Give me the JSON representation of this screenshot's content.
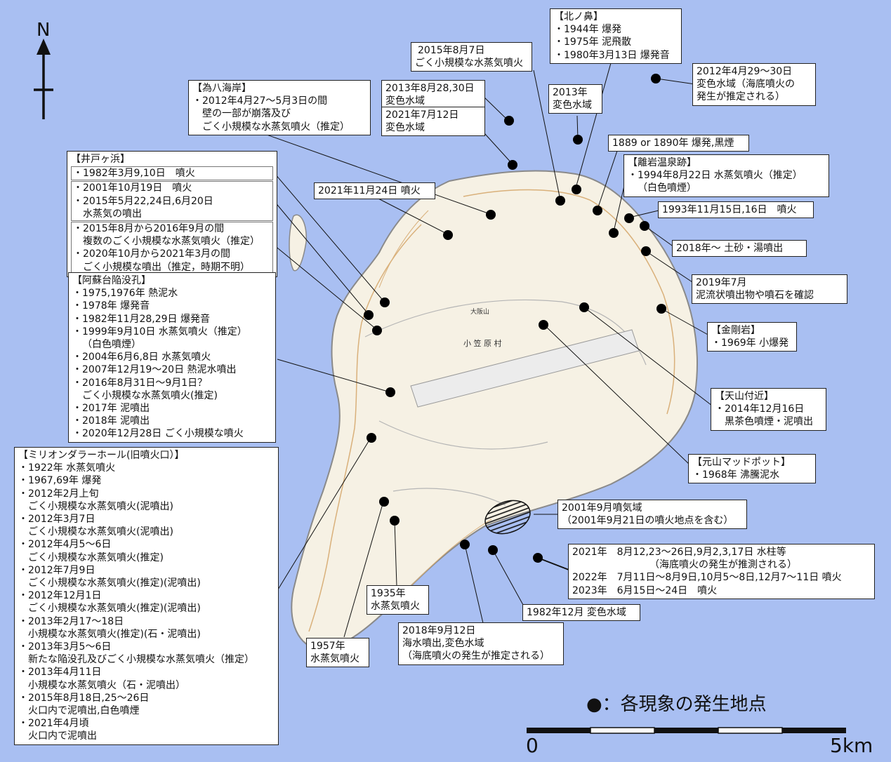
{
  "north": "N",
  "legend": "●：各現象の発生地点",
  "scale": {
    "start": "0",
    "end": "5km"
  },
  "colors": {
    "sea": "#a9bff2",
    "land": "#f6f1e4",
    "contour": "#d9b07a",
    "marker": "#000000"
  },
  "annotations": {
    "kitanohana": {
      "title": "【北ノ鼻】",
      "lines": [
        "・1944年 爆発",
        "・1975年 泥飛散",
        "・1980年3月13日 爆発音"
      ]
    },
    "aug2015": {
      "lines": [
        "2015年8月7日",
        "ごく小規模な水蒸気噴火"
      ]
    },
    "apr2012_sea": {
      "lines": [
        "2012年4月29～30日",
        "変色水域（海底噴火の",
        "発生が推定される）"
      ]
    },
    "tamehachi": {
      "title": "【為八海岸】",
      "lines": [
        "・2012年4月27～5月3日の間",
        "壁の一部が崩落及び",
        "ごく小規模な水蒸気噴火（推定）"
      ]
    },
    "aug2013": {
      "lines": [
        "2013年8月28,30日",
        "変色水域"
      ]
    },
    "jul2021": {
      "lines": [
        "2021年7月12日",
        "変色水域"
      ]
    },
    "y2013": {
      "lines": [
        "2013年",
        "変色水域"
      ]
    },
    "y1889": {
      "lines": [
        "1889 or 1890年 爆発,黒煙"
      ]
    },
    "riganonsen": {
      "title": "【離岩温泉跡】",
      "lines": [
        "・1994年8月22日 水蒸気噴火（推定）",
        "（白色噴煙）"
      ]
    },
    "nov1993": {
      "lines": [
        "1993年11月15日,16日　噴火"
      ]
    },
    "y2018": {
      "lines": [
        "2018年～ 土砂・湯噴出"
      ]
    },
    "jul2019": {
      "lines": [
        "2019年7月",
        "泥流状噴出物や噴石を確認"
      ]
    },
    "kongoiwa": {
      "title": "【金剛岩】",
      "lines": [
        "・1969年 小爆発"
      ]
    },
    "tenzan": {
      "title": "【天山付近】",
      "lines": [
        "・2014年12月16日",
        "黒茶色噴煙・泥噴出"
      ]
    },
    "motoyama": {
      "title": "【元山マッドポット】",
      "lines": [
        "・1968年 沸騰泥水"
      ]
    },
    "sep2001": {
      "lines": [
        "2001年9月噴気域",
        "（2001年9月21日の噴火地点を含む）"
      ]
    },
    "y2021sea": {
      "lines": [
        "2021年　8月12,23～26日,9月2,3,17日 水柱等",
        "（海底噴火の発生が推測される）",
        "2022年　7月11日～8月9日,10月5～8日,12月7～11日 噴火",
        "2023年　6月15日～24日　噴火"
      ]
    },
    "dec1982": {
      "lines": [
        "1982年12月 変色水域"
      ]
    },
    "sep2018": {
      "lines": [
        "2018年9月12日",
        "海水噴出,変色水域",
        "（海底噴火の発生が推定される）"
      ]
    },
    "y1935": {
      "lines": [
        "1935年",
        "水蒸気噴火"
      ]
    },
    "y1957": {
      "lines": [
        "1957年",
        "水蒸気噴火"
      ]
    },
    "nov2021": {
      "lines": [
        "2021年11月24日 噴火"
      ]
    },
    "idogahama": {
      "title": "【井戸ヶ浜】",
      "lines": [
        "・1982年3月9,10日　噴火",
        "・2001年10月19日　噴火",
        "・2015年5月22,24日,6月20日",
        "水蒸気の噴出",
        "・2015年8月から2016年9月の間",
        "複数のごく小規模な水蒸気噴火（推定）",
        "・2020年10月から2021年3月の間",
        "ごく小規模な噴出（推定，時期不明）"
      ]
    },
    "asodai": {
      "title": "【阿蘇台陥没孔】",
      "lines": [
        "・1975,1976年 熱泥水",
        "・1978年 爆発音",
        "・1982年11月28,29日 爆発音",
        "・1999年9月10日 水蒸気噴火（推定）",
        "（白色噴煙）",
        "・2004年6月6,8日 水蒸気噴火",
        "・2007年12月19～20日 熱泥水噴出",
        "・2016年8月31日～9月1日？",
        "ごく小規模な水蒸気噴火(推定)",
        "・2017年 泥噴出",
        "・2018年 泥噴出",
        "・2020年12月28日 ごく小規模な噴火"
      ]
    },
    "million": {
      "title": "【ミリオンダラーホール(旧噴火口）】",
      "lines": [
        "・1922年 水蒸気噴火",
        "・1967,69年 爆発",
        "・2012年2月上旬",
        "ごく小規模な水蒸気噴火(泥噴出)",
        "・2012年3月7日",
        "ごく小規模な水蒸気噴火(泥噴出)",
        "・2012年4月5～6日",
        "ごく小規模な水蒸気噴火(推定)",
        "・2012年7月9日",
        "ごく小規模な水蒸気噴火(推定)(泥噴出)",
        "・2012年12月1日",
        "ごく小規模な水蒸気噴火(推定)(泥噴出)",
        "・2013年2月17～18日",
        "小規模な水蒸気噴火(推定)(石・泥噴出)",
        "・2013年3月5～6日",
        "新たな陥没孔及びごく小規模な水蒸気噴火（推定）",
        "・2013年4月11日",
        "小規模な水蒸気噴火（石・泥噴出）",
        "・2015年8月18日,25～26日",
        "火口内で泥噴出,白色噴煙",
        "・2021年4月頃",
        "火口内で泥噴出"
      ]
    }
  },
  "map_labels": {
    "village": "小 笠 原 村",
    "hill": "大阪山"
  }
}
